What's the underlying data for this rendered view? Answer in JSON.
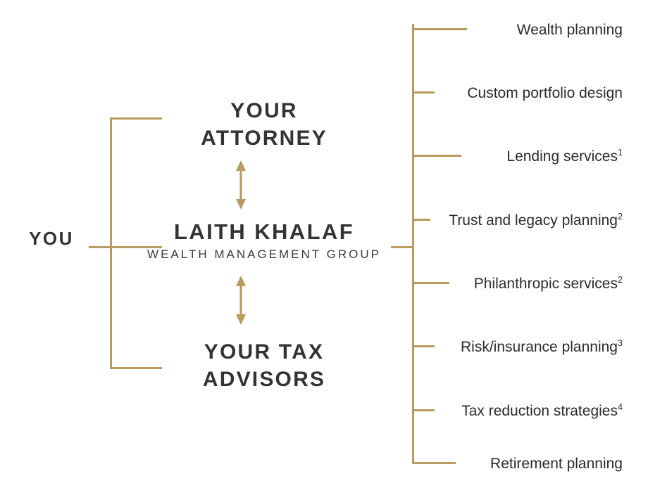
{
  "diagram": {
    "type": "org-relationship-tree",
    "accent_color": "#b89b5e",
    "text_color": "#333333",
    "background": "#ffffff",
    "client_node": {
      "label": "YOU"
    },
    "advisor_nodes": [
      {
        "id": "attorney",
        "title": "YOUR\nATTORNEY",
        "line1": "YOUR",
        "line2": "ATTORNEY"
      },
      {
        "id": "firm",
        "title": "LAITH KHALAF",
        "subtitle": "WEALTH MANAGEMENT GROUP"
      },
      {
        "id": "tax-advisors",
        "title": "YOUR TAX\nADVISORS",
        "line1": "YOUR TAX",
        "line2": "ADVISORS"
      }
    ],
    "services": [
      {
        "label": "Wealth planning",
        "note": ""
      },
      {
        "label": "Custom portfolio design",
        "note": ""
      },
      {
        "label": "Lending services",
        "note": "1"
      },
      {
        "label": "Trust and legacy planning",
        "note": "2"
      },
      {
        "label": "Philanthropic services",
        "note": "2"
      },
      {
        "label": "Risk/insurance planning",
        "note": "3"
      },
      {
        "label": "Tax reduction strategies",
        "note": "4"
      },
      {
        "label": "Retirement planning",
        "note": ""
      }
    ]
  }
}
